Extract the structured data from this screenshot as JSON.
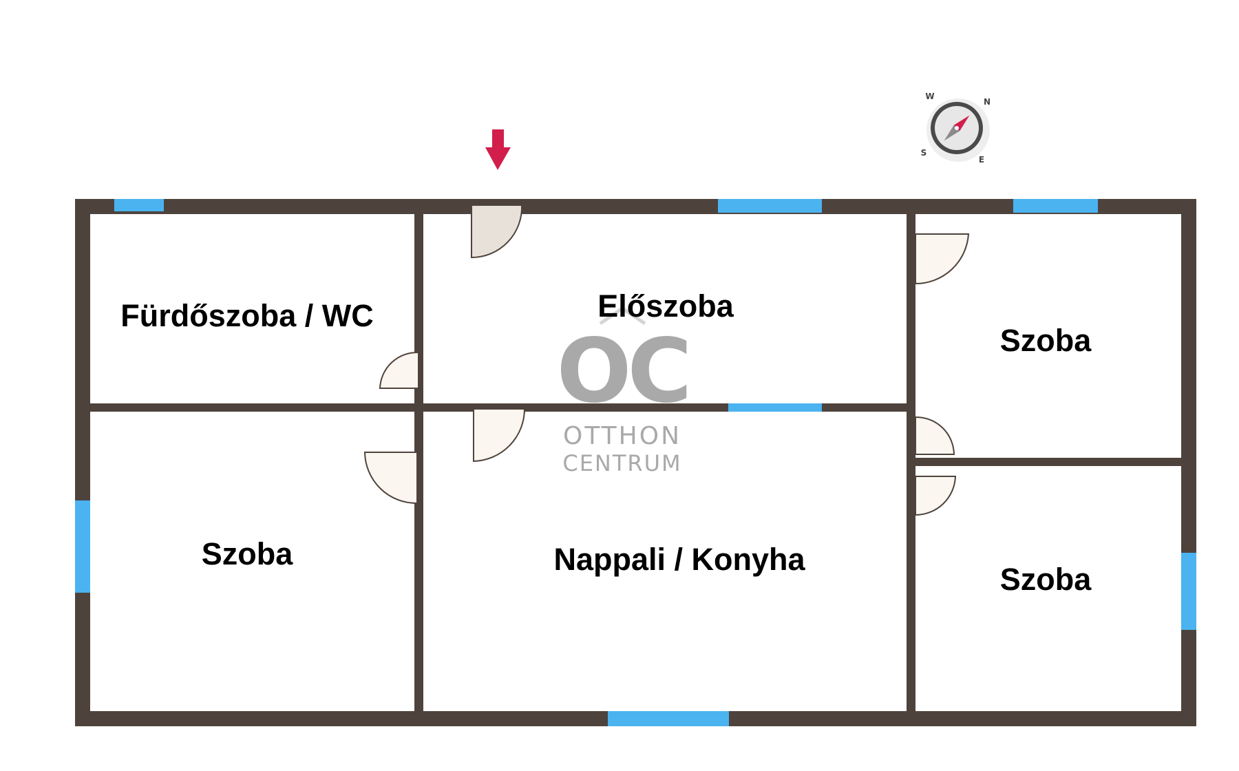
{
  "rooms": {
    "bathroom": "Fürdőszoba / WC",
    "hallway": "Előszoba",
    "room_top_right": "Szoba",
    "room_left": "Szoba",
    "living_kitchen": "Nappali / Konyha",
    "room_bottom_right": "Szoba"
  },
  "watermark": {
    "logo": "OC",
    "line1": "OTTHON",
    "line2": "CENTRUM"
  },
  "compass": {
    "north": "N",
    "east": "E",
    "south": "S",
    "west": "W"
  },
  "colors": {
    "wall": "#4e433c",
    "window": "#4bb3f0",
    "door_fill": "#fbf6ef",
    "entrance_arrow": "#d21e4b",
    "watermark": "#a9a9a9"
  }
}
